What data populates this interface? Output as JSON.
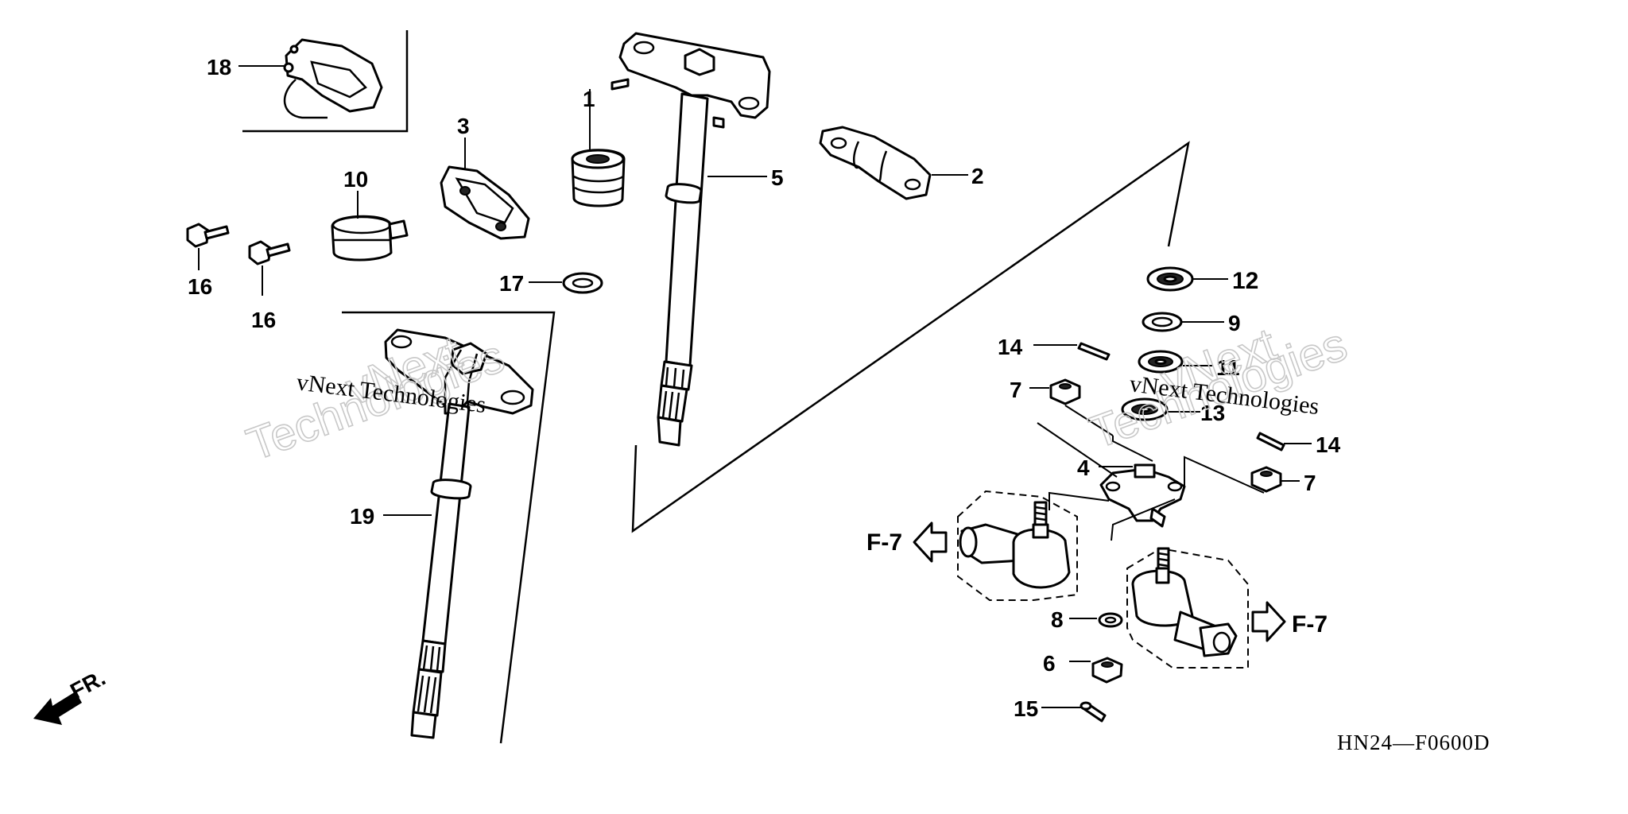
{
  "diagram_code": "HN24—F0600D",
  "direction_label": "FR.",
  "reference_label": "F-7",
  "watermark": {
    "small": "vNext Technologies",
    "big_top": "vNext",
    "big_bottom": "Technologies"
  },
  "callouts": [
    "1",
    "2",
    "3",
    "4",
    "5",
    "6",
    "7",
    "8",
    "9",
    "10",
    "11",
    "12",
    "13",
    "14",
    "15",
    "16",
    "17",
    "18",
    "19"
  ]
}
